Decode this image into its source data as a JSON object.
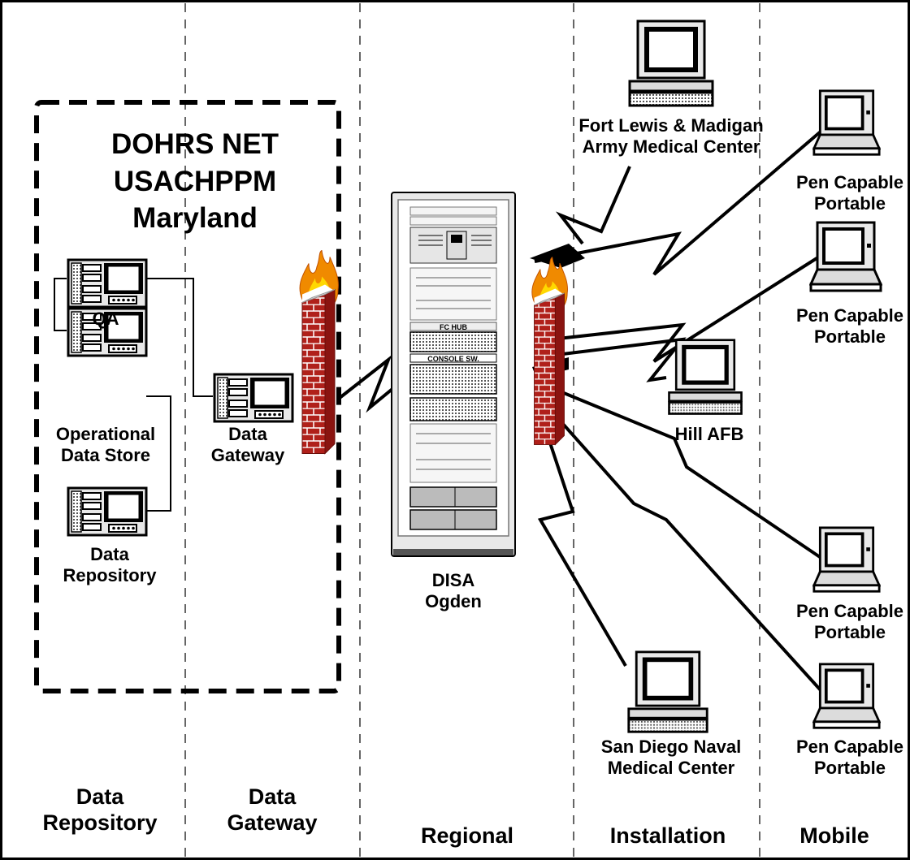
{
  "colors": {
    "brick": "#b0201a",
    "mortar": "#ffffff",
    "flame_outer": "#f08a00",
    "flame_inner": "#ffd800",
    "rack": "#d9d9d9",
    "ink": "#000000"
  },
  "icons": [
    "server-icon",
    "workstation-icon",
    "laptop-icon",
    "firewall-icon",
    "server-rack-icon",
    "lightning-link-icon"
  ],
  "network_group": {
    "line1": "DOHRS NET",
    "line2": "USACHPPM",
    "line3": "Maryland"
  },
  "nodes": {
    "qa": "QA",
    "ods_line1": "Operational",
    "ods_line2": "Data Store",
    "repo_line1": "Data",
    "repo_line2": "Repository",
    "gateway_line1": "Data",
    "gateway_line2": "Gateway",
    "disa_line1": "DISA",
    "disa_line2": "Ogden",
    "rack_hub": "FC HUB",
    "rack_console": "CONSOLE SW.",
    "fort_lewis_line1": "Fort Lewis & Madigan",
    "fort_lewis_line2": "Army Medical Center",
    "hill": "Hill AFB",
    "san_diego_line1": "San Diego Naval",
    "san_diego_line2": "Medical Center",
    "portable_line1": "Pen Capable",
    "portable_line2": "Portable"
  },
  "columns": {
    "repo_line1": "Data",
    "repo_line2": "Repository",
    "gateway_line1": "Data",
    "gateway_line2": "Gateway",
    "regional": "Regional",
    "installation": "Installation",
    "mobile": "Mobile"
  }
}
